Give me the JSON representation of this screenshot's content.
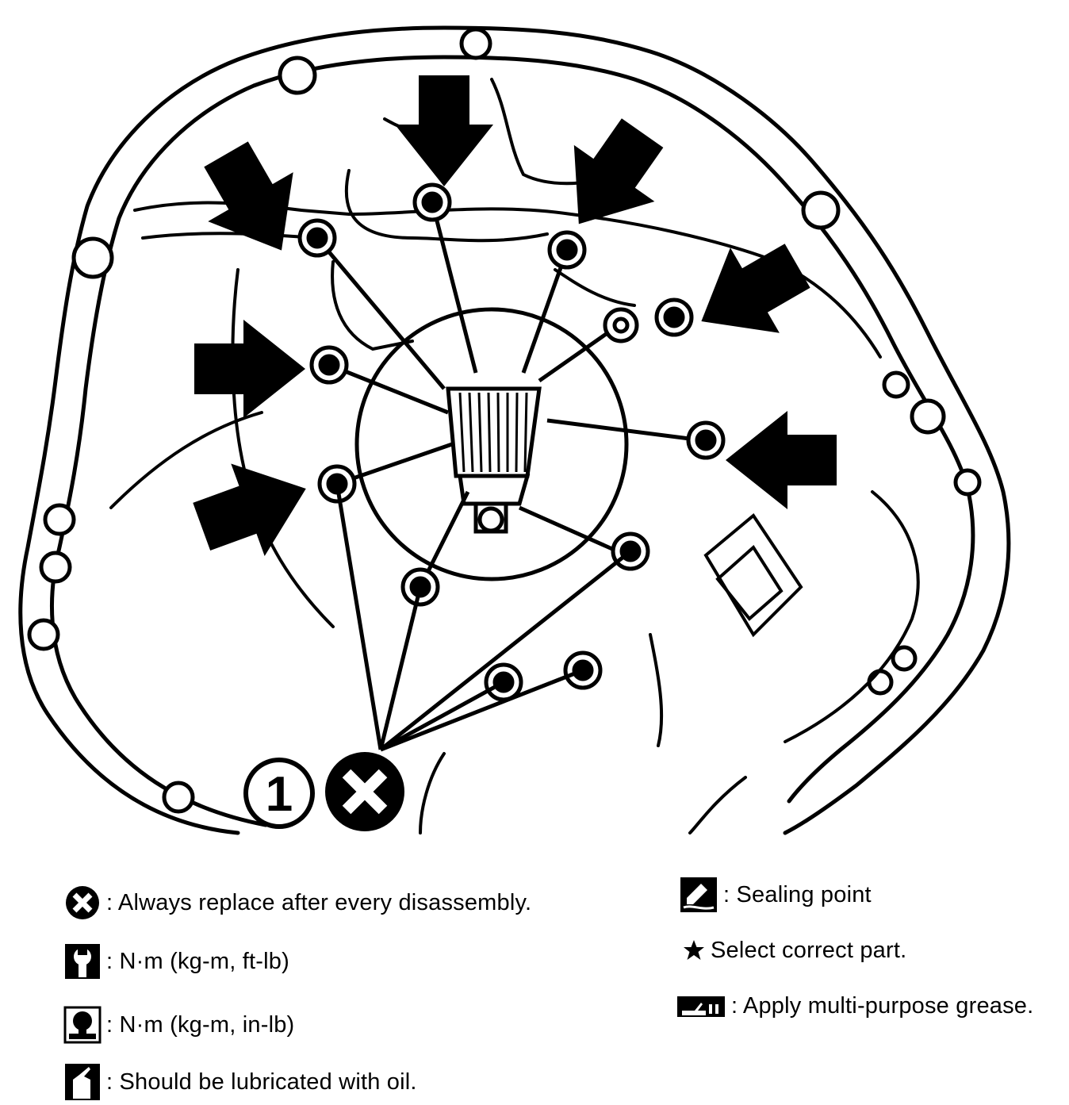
{
  "diagram": {
    "callout": {
      "item_number": "1",
      "symbol": "replace-x-icon"
    }
  },
  "legend": {
    "replace": {
      "icon": "replace-x-icon",
      "text": ": Always replace after every disassembly."
    },
    "torque_ft_lb": {
      "icon": "torque-wrench-icon",
      "text": ": N·m (kg-m, ft-lb)"
    },
    "torque_in_lb": {
      "icon": "torque-wrench-filled-icon",
      "text": ": N·m (kg-m, in-lb)"
    },
    "lubricate": {
      "icon": "oil-can-icon",
      "text": ": Should be lubricated with oil."
    },
    "sealing": {
      "icon": "sealing-point-icon",
      "text": ": Sealing point"
    },
    "select_part": {
      "icon": "star-icon",
      "text": "Select correct part."
    },
    "grease": {
      "icon": "grease-gun-icon",
      "text": ": Apply multi-purpose grease."
    }
  }
}
